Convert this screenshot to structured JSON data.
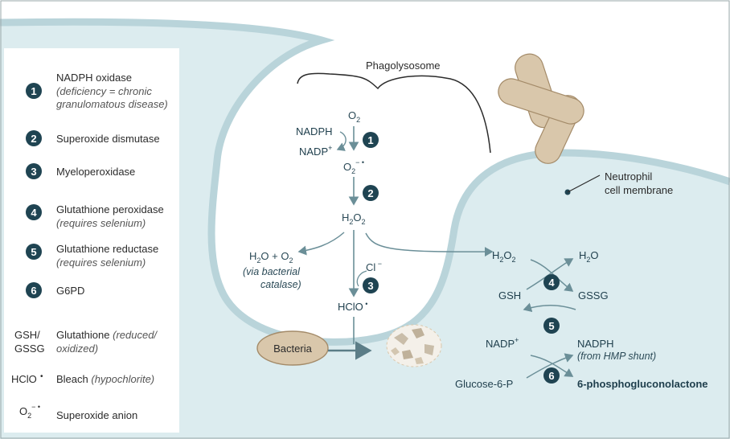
{
  "legend": {
    "items": [
      {
        "num": "1",
        "label": "NADPH oxidase",
        "note_line1": "(deficiency = chronic",
        "note_line2": "granulomatous disease)"
      },
      {
        "num": "2",
        "label": "Superoxide dismutase"
      },
      {
        "num": "3",
        "label": "Myeloperoxidase"
      },
      {
        "num": "4",
        "label": "Glutathione peroxidase",
        "note_line1": "(requires selenium)"
      },
      {
        "num": "5",
        "label": "Glutathione reductase",
        "note_line1": "(requires selenium)"
      },
      {
        "num": "6",
        "label": "G6PD"
      }
    ],
    "gsh_symbol_1": "GSH/",
    "gsh_symbol_2": "GSSG",
    "gsh_label": "Glutathione",
    "gsh_note_1": "(reduced/",
    "gsh_note_2": "oxidized)",
    "hclo_symbol": "HClO",
    "hclo_label": "Bleach",
    "hclo_note": "(hypochlorite)",
    "superoxide_symbol": "O",
    "superoxide_label": "Superoxide anion"
  },
  "diagram": {
    "phagolysosome": "Phagolysosome",
    "membrane_line1": "Neutrophil",
    "membrane_line2": "cell membrane",
    "nadph": "NADPH",
    "nadp": "NADP",
    "o2": "O",
    "superoxide": "O",
    "h2o2": "H",
    "h2o_o2": "H",
    "catalase_1": "(via bacterial",
    "catalase_2": "catalase)",
    "cl": "Cl",
    "hclo": "HClO",
    "bacteria": "Bacteria",
    "right_h2o2": "H",
    "right_h2o": "H",
    "gsh": "GSH",
    "gssg": "GSSG",
    "right_nadp": "NADP",
    "right_nadph": "NADPH",
    "hmp_shunt": "(from HMP shunt)",
    "glucose6p": "Glucose-6-P",
    "phosphoglucono": "6-phosphogluconolactone"
  },
  "colors": {
    "membrane_fill": "#dcecef",
    "membrane_edge": "#b9d4da",
    "marker": "#1f4452",
    "arrow": "#6b8f98",
    "bacteria": "#d9c7ab",
    "bacteria_edge": "#a48b69"
  }
}
